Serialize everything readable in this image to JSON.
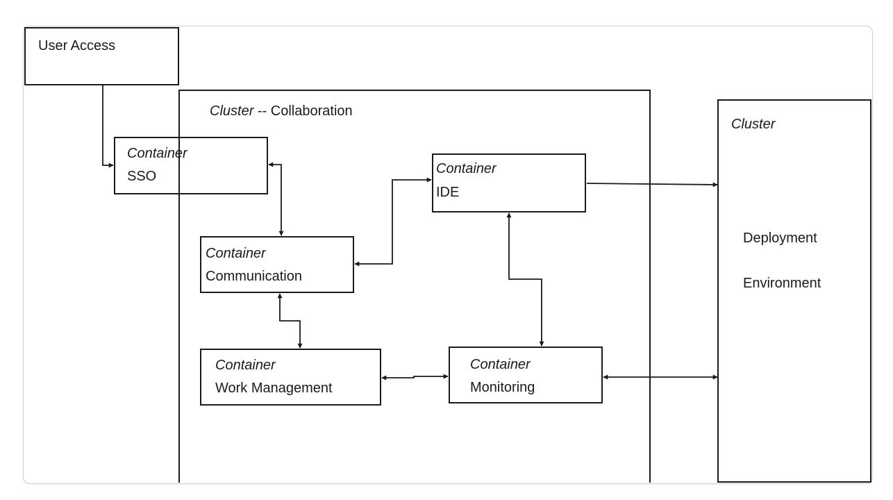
{
  "diagram": {
    "user_access": {
      "label": "User Access"
    },
    "collab_cluster": {
      "label_type": "Cluster",
      "label_sep": " -- ",
      "label_name": "Collaboration"
    },
    "deploy_cluster": {
      "label_type": "Cluster",
      "label_line1": "Deployment",
      "label_line2": "Environment"
    },
    "containers": {
      "sso": {
        "type": "Container",
        "name": "SSO"
      },
      "ide": {
        "type": "Container",
        "name": "IDE"
      },
      "communication": {
        "type": "Container",
        "name": "Communication"
      },
      "work_management": {
        "type": "Container",
        "name": "Work Management"
      },
      "monitoring": {
        "type": "Container",
        "name": "Monitoring"
      }
    },
    "edges": [
      {
        "from": "User Access",
        "to": "SSO",
        "direction": "forward"
      },
      {
        "from": "SSO",
        "to": "Communication",
        "direction": "both"
      },
      {
        "from": "Communication",
        "to": "IDE",
        "direction": "both"
      },
      {
        "from": "IDE",
        "to": "Deployment Environment",
        "direction": "forward"
      },
      {
        "from": "IDE",
        "to": "Monitoring",
        "direction": "both"
      },
      {
        "from": "Communication",
        "to": "Work Management",
        "direction": "both"
      },
      {
        "from": "Work Management",
        "to": "Monitoring",
        "direction": "both"
      },
      {
        "from": "Monitoring",
        "to": "Deployment Environment",
        "direction": "both"
      }
    ]
  }
}
